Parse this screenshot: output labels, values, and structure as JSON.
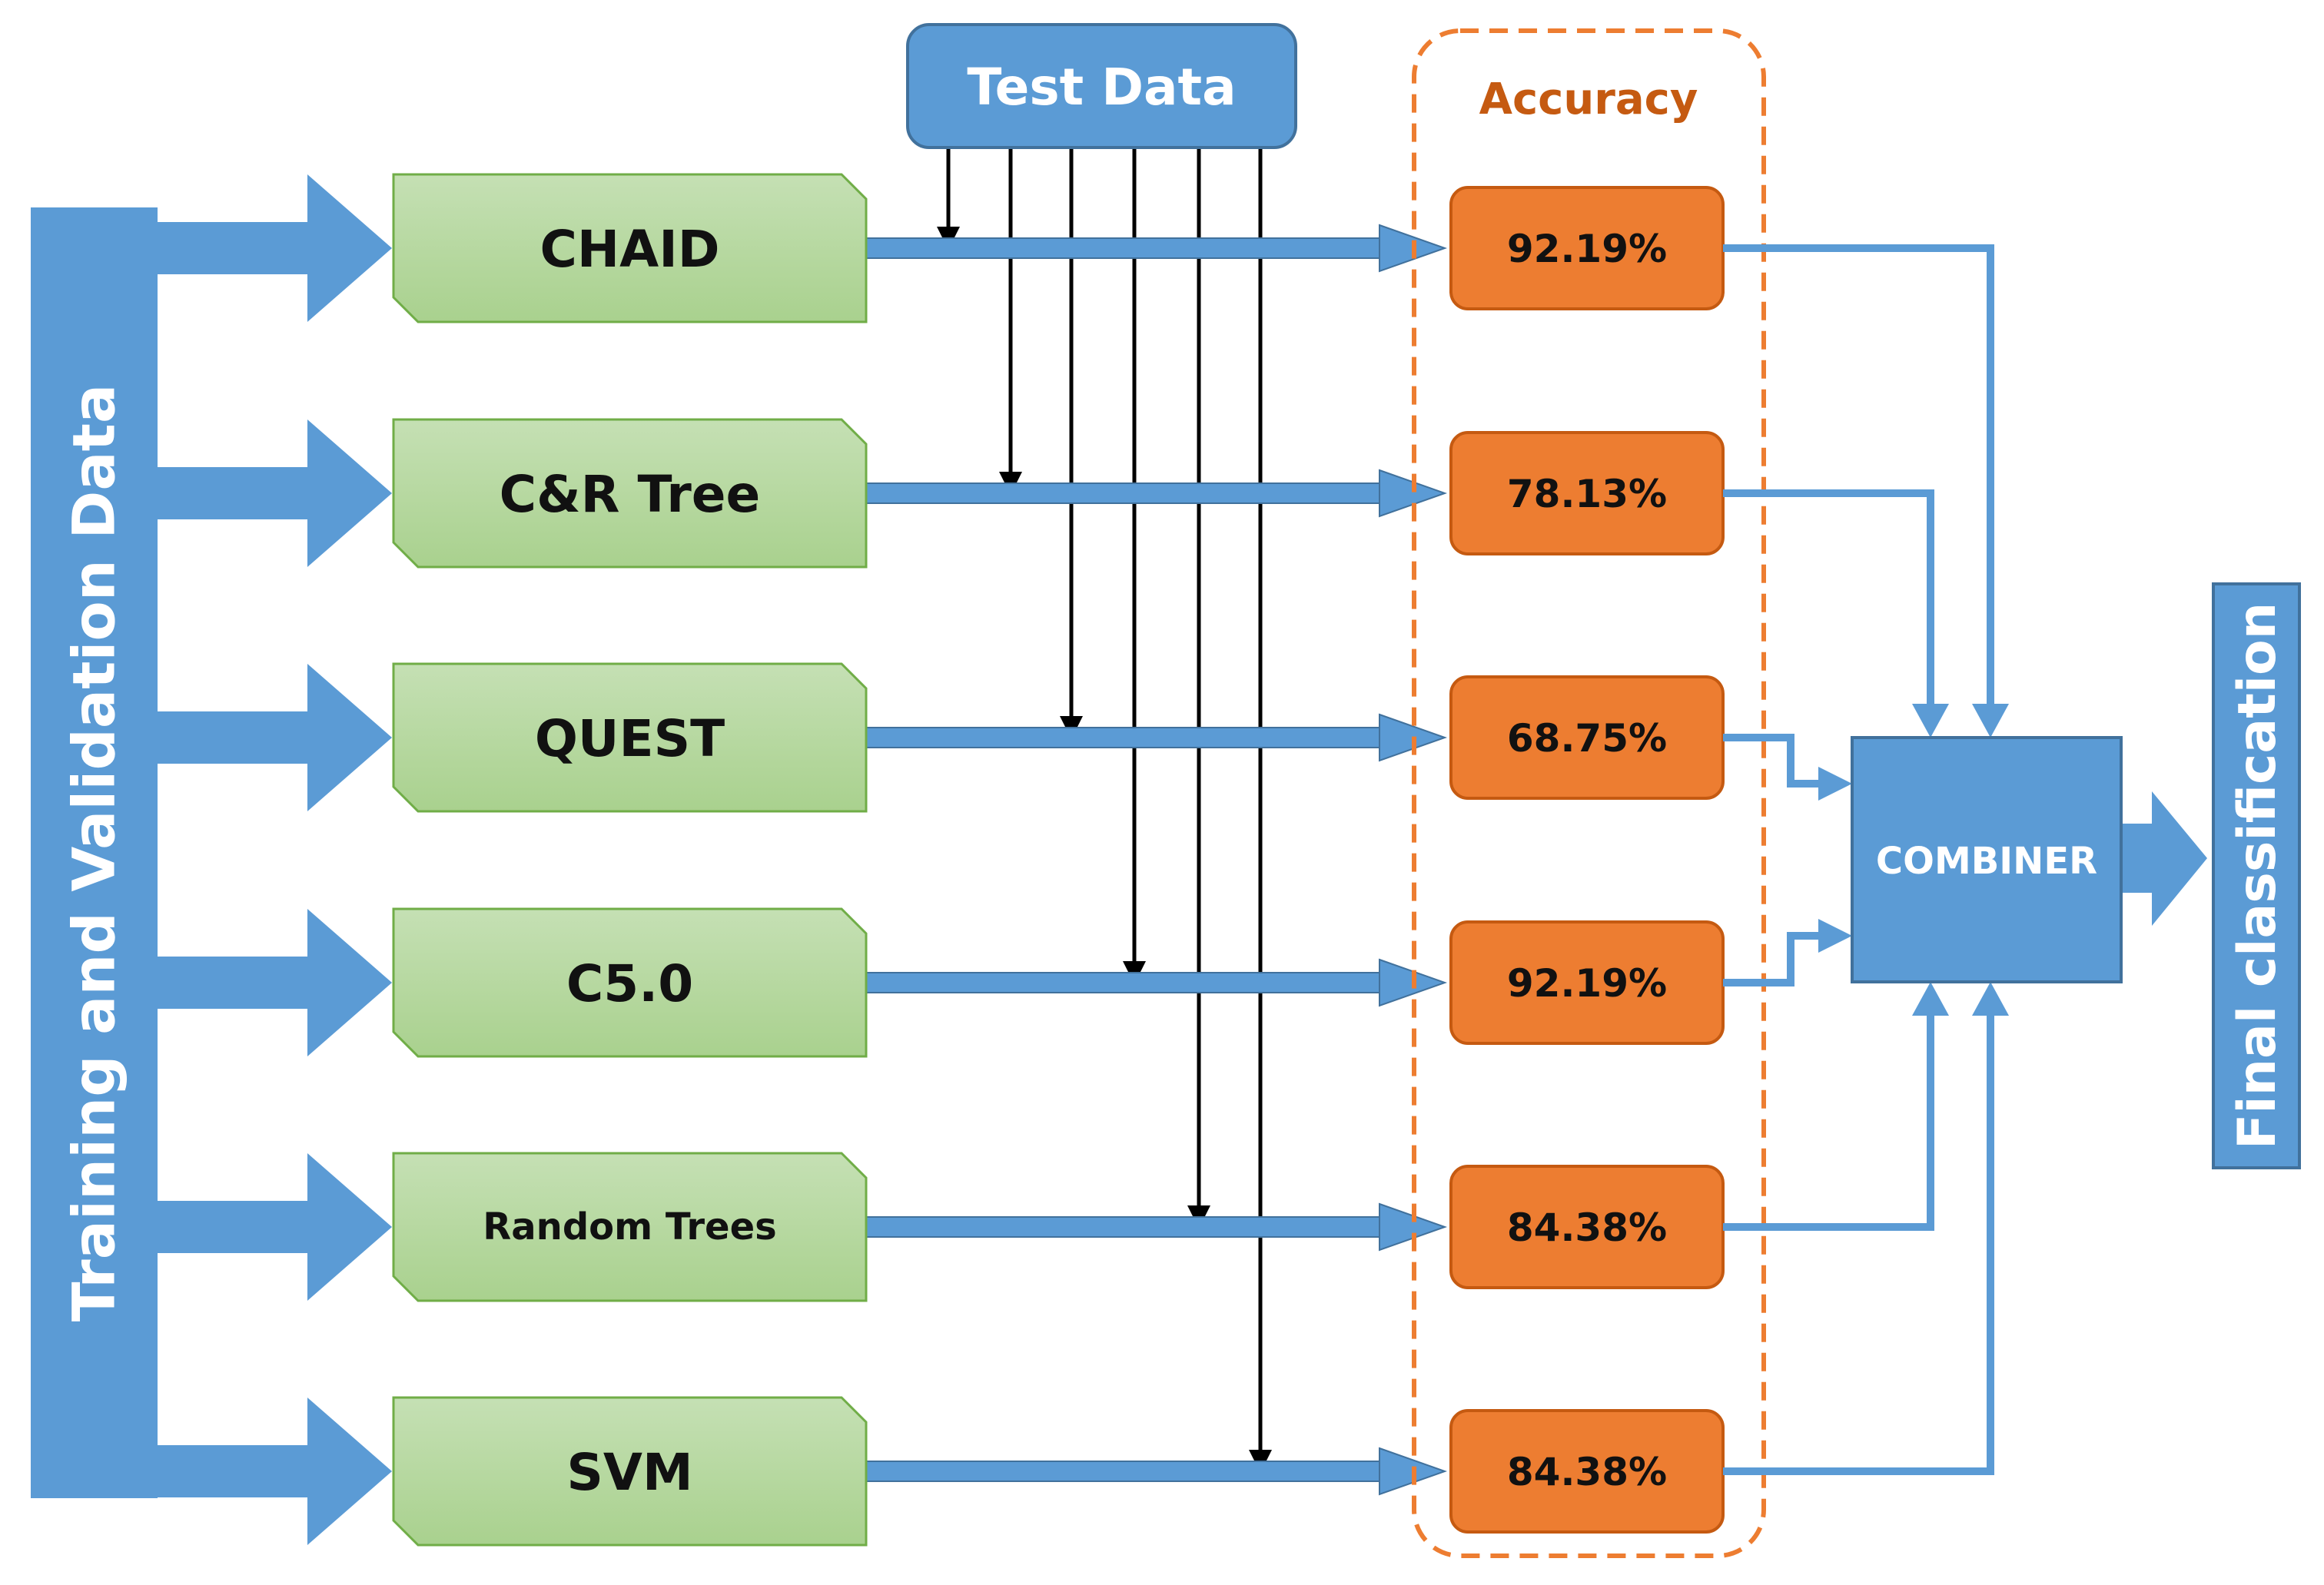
{
  "colors": {
    "blue": "#5b9bd5",
    "blue_dark": "#41719c",
    "green_light": "#c5e0b4",
    "green_dark": "#a9d18e",
    "green_border": "#70ad47",
    "orange": "#ed7d31",
    "orange_border": "#c55a11",
    "accuracy_label": "#c55a11",
    "white": "#ffffff",
    "black": "#000000",
    "text": "#111111"
  },
  "diagram": {
    "test_data_label": "Test Data",
    "training_label": "Training and Validation Data",
    "accuracy_label": "Accuracy",
    "combiner_label": "COMBINER",
    "final_label": "Final classification",
    "models": [
      {
        "name": "CHAID",
        "accuracy": "92.19%"
      },
      {
        "name": "C&R Tree",
        "accuracy": "78.13%"
      },
      {
        "name": "QUEST",
        "accuracy": "68.75%"
      },
      {
        "name": "C5.0",
        "accuracy": "92.19%"
      },
      {
        "name": "Random Trees",
        "accuracy": "84.38%"
      },
      {
        "name": "SVM",
        "accuracy": "84.38%"
      }
    ]
  }
}
